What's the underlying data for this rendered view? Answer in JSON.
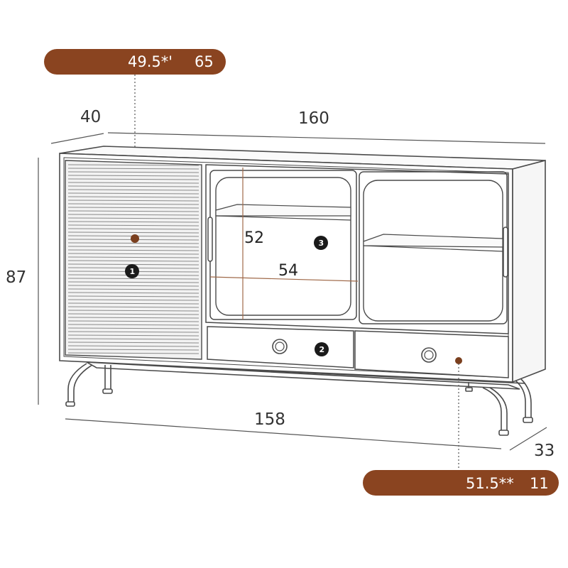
{
  "callouts": {
    "top": {
      "value": "49.5*'",
      "second": "65"
    },
    "bottom": {
      "value": "51.5**",
      "second": "11"
    }
  },
  "dimensions": {
    "depth_top": "40",
    "width_top": "160",
    "height": "87",
    "width_bottom": "158",
    "depth_bottom": "33",
    "shelf_height": "52",
    "shelf_width": "54"
  },
  "badges": {
    "door": "1",
    "drawer": "2",
    "glass_cabinet": "3"
  },
  "colors": {
    "callout": "#8a4420",
    "line": "#4a4a4a",
    "marker": "#7a3f1e",
    "badge": "#1a1a1a"
  }
}
